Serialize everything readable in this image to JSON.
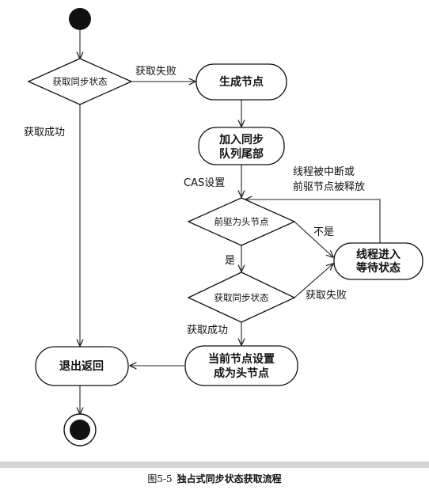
{
  "diagram": {
    "nodes": {
      "acquire_sync_state_1": "获取同步状态",
      "generate_node": "生成节点",
      "join_queue_line1": "加入同步",
      "join_queue_line2": "队列尾部",
      "predecessor_is_head": "前驱为头节点",
      "wait_line1": "线程进入",
      "wait_line2": "等待状态",
      "acquire_sync_state_2": "获取同步状态",
      "set_head_line1": "当前节点设置",
      "set_head_line2": "成为头节点",
      "exit_return": "退出返回"
    },
    "edge_labels": {
      "acquire_fail_1": "获取失败",
      "acquire_success_1": "获取成功",
      "cas_set": "CAS设置",
      "interrupted_line1": "线程被中断或",
      "interrupted_line2": "前驱节点被释放",
      "no": "不是",
      "yes": "是",
      "acquire_fail_2": "获取失败",
      "acquire_success_2": "获取成功"
    }
  },
  "caption": {
    "number": "图5-5",
    "title": "独占式同步状态获取流程"
  }
}
